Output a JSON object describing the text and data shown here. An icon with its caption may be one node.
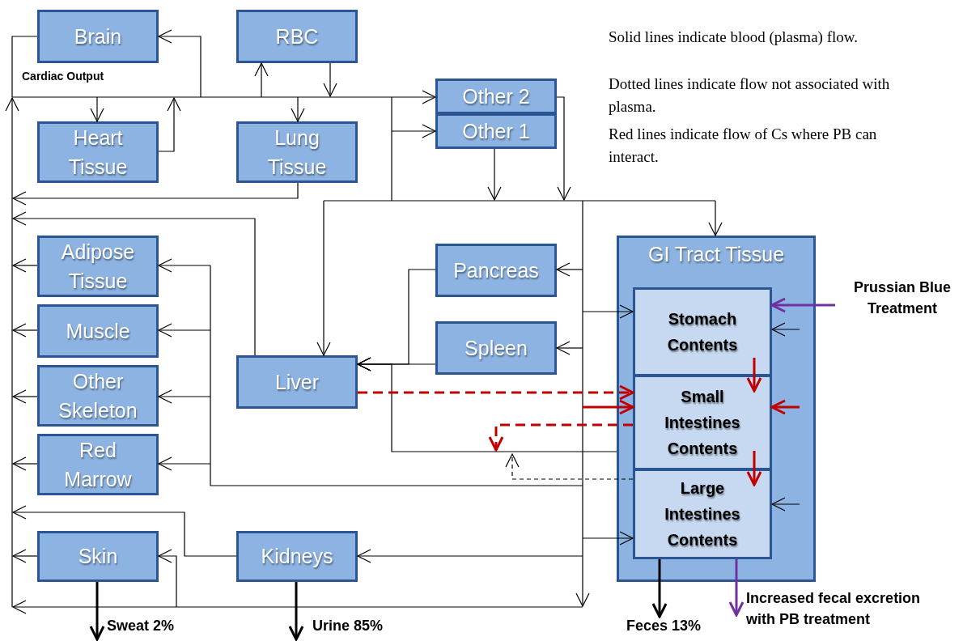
{
  "diagram": {
    "nodes": [
      {
        "text": [
          "Brain"
        ]
      },
      {
        "text": [
          "RBC"
        ]
      },
      {
        "text": [
          "Heart Tissue"
        ]
      },
      {
        "text": [
          "Lung Tissue"
        ]
      },
      {
        "text": [
          "Other 2"
        ]
      },
      {
        "text": [
          "Other 1"
        ]
      },
      {
        "text": [
          "Adipose Tissue"
        ]
      },
      {
        "text": [
          "Muscle"
        ]
      },
      {
        "text": [
          "Other Skeleton"
        ]
      },
      {
        "text": [
          "Red Marrow"
        ]
      },
      {
        "text": [
          "Liver"
        ]
      },
      {
        "text": [
          "Pancreas"
        ]
      },
      {
        "text": [
          "Spleen"
        ]
      },
      {
        "text": [
          "Skin"
        ]
      },
      {
        "text": [
          "Kidneys"
        ]
      },
      {
        "text": [
          "GI Tract Tissue"
        ]
      },
      {
        "text": [
          "Stomach Contents"
        ],
        "in": 15
      },
      {
        "text": [
          "Small Intestines Contents"
        ],
        "in": 15
      },
      {
        "text": [
          "Large Intestines Contents"
        ],
        "in": 15
      }
    ],
    "edges": [
      {
        "from": null,
        "to": 2,
        "arrow": "to"
      },
      {
        "from": 2,
        "to": null,
        "arrow": "to"
      },
      {
        "from": null,
        "to": 0,
        "arrow": "to"
      },
      {
        "from": 0,
        "to": null,
        "arrow": "none"
      },
      {
        "from": null,
        "to": 1,
        "arrow": "to"
      },
      {
        "from": 1,
        "to": null,
        "arrow": "to"
      },
      {
        "from": null,
        "to": 3,
        "arrow": "to"
      },
      {
        "from": 3,
        "to": null,
        "arrow": "to"
      },
      {
        "from": null,
        "to": 4,
        "arrow": "to"
      },
      {
        "from": null,
        "to": 5,
        "arrow": "to"
      },
      {
        "from": 4,
        "to": null,
        "arrow": "to"
      },
      {
        "from": 5,
        "to": null,
        "arrow": "to"
      },
      {
        "from": null,
        "to": 10,
        "arrow": "to"
      },
      {
        "from": null,
        "to": 15,
        "arrow": "to"
      },
      {
        "from": 10,
        "to": null,
        "arrow": "to"
      },
      {
        "from": null,
        "to": 6,
        "arrow": "to"
      },
      {
        "from": null,
        "to": 7,
        "arrow": "to"
      },
      {
        "from": null,
        "to": 8,
        "arrow": "to"
      },
      {
        "from": null,
        "to": 9,
        "arrow": "to"
      },
      {
        "from": 6,
        "to": null,
        "arrow": "to"
      },
      {
        "from": 7,
        "to": null,
        "arrow": "to"
      },
      {
        "from": 8,
        "to": null,
        "arrow": "to"
      },
      {
        "from": 9,
        "to": null,
        "arrow": "to"
      },
      {
        "from": 13,
        "to": null,
        "arrow": "to"
      },
      {
        "from": null,
        "to": 13,
        "arrow": "to"
      },
      {
        "from": 14,
        "to": null,
        "arrow": "to"
      },
      {
        "from": null,
        "to": 14,
        "arrow": "to"
      },
      {
        "from": null,
        "to": 11,
        "arrow": "to"
      },
      {
        "from": null,
        "to": 12,
        "arrow": "to"
      },
      {
        "from": null,
        "to": 16,
        "arrow": "to"
      },
      {
        "from": null,
        "to": 18,
        "arrow": "to"
      },
      {
        "from": 11,
        "to": 10,
        "arrow": "to"
      },
      {
        "from": 12,
        "to": 10,
        "arrow": "to"
      },
      {
        "from": 15,
        "to": 10,
        "arrow": "to"
      },
      {
        "from": 18,
        "to": null,
        "arrow": "to",
        "style": "dashed"
      },
      {
        "from": 10,
        "to": 17,
        "arrow": "to",
        "style": "dashed",
        "color": "#c00000"
      },
      {
        "from": 17,
        "to": null,
        "arrow": "to",
        "style": "dashed",
        "color": "#c00000"
      },
      {
        "from": null,
        "to": 17,
        "arrow": "to",
        "style": "thick",
        "color": "#c00000"
      },
      {
        "from": 15,
        "to": 17,
        "arrow": "to",
        "style": "thick",
        "color": "#c00000"
      },
      {
        "from": 15,
        "to": 16,
        "arrow": "to"
      },
      {
        "from": 15,
        "to": 18,
        "arrow": "to"
      },
      {
        "from": 16,
        "to": 17,
        "arrow": "to",
        "style": "thick",
        "color": "#c00000"
      },
      {
        "from": 17,
        "to": 18,
        "arrow": "to",
        "style": "thick",
        "color": "#c00000"
      },
      {
        "from": null,
        "to": 16,
        "arrow": "to",
        "style": "thick",
        "color": "#7030a0",
        "label": "Prussian Blue Treatment"
      },
      {
        "from": 18,
        "to": null,
        "arrow": "to",
        "style": "thick",
        "color": "#7030a0",
        "label": "Increased fecal excretion with PB treatment"
      },
      {
        "from": 18,
        "to": null,
        "arrow": "to",
        "style": "thick",
        "label": "Feces 13%"
      },
      {
        "from": 13,
        "to": null,
        "arrow": "to",
        "style": "thick",
        "label": "Sweat 2%"
      },
      {
        "from": 14,
        "to": null,
        "arrow": "to",
        "style": "thick",
        "label": "Urine 85%"
      }
    ],
    "labels": [
      "Cardiac Output",
      "Solid lines indicate blood (plasma) flow.",
      "Dotted lines indicate flow not associated with plasma.",
      "Red lines indicate flow of Cs where PB can interact."
    ]
  }
}
